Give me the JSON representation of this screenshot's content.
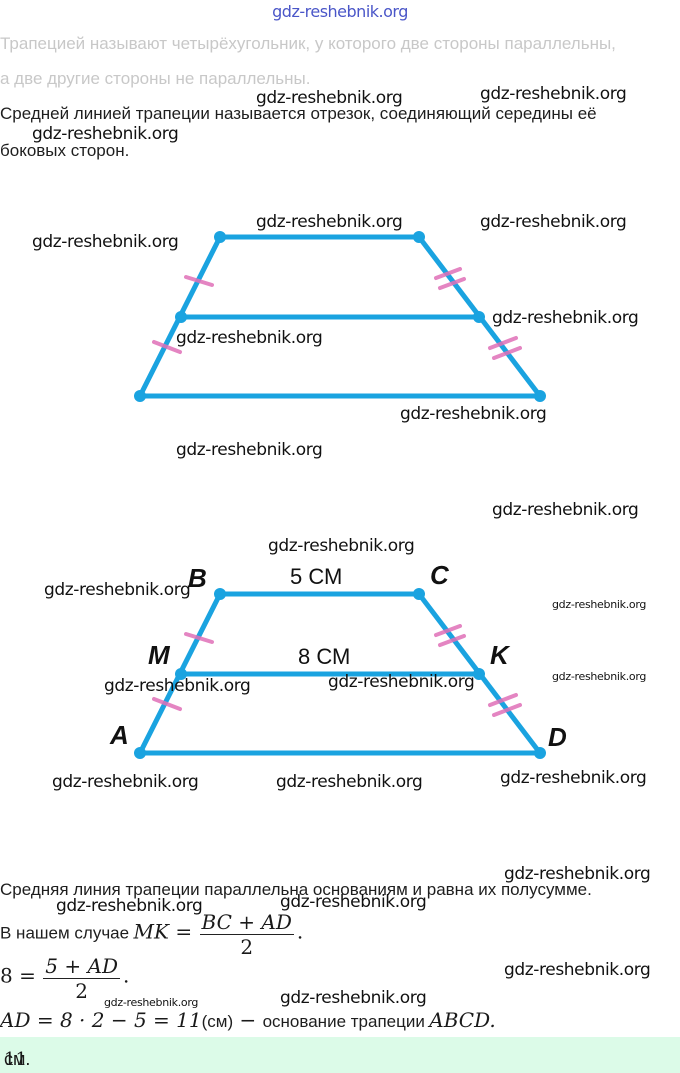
{
  "header": {
    "site_link": "gdz-reshebnik.org"
  },
  "intro": {
    "line1": "Трапецией называют четырёхугольник, у которого две стороны параллельны,",
    "line2": "а две другие стороны не параллельны.",
    "definition_line1": "Средней линией трапеции называется отрезок, соединяющий середины её",
    "definition_line2": "боковых сторон."
  },
  "watermark": "gdz-reshebnik.org",
  "colors": {
    "segment": "#1aa3e0",
    "tick": "#e070b8",
    "answer_bg": "#dcfbe8",
    "header_link": "#4a56c8"
  },
  "diagram2": {
    "labels": {
      "B": "B",
      "C": "C",
      "M": "M",
      "K": "K",
      "A": "A",
      "D": "D"
    },
    "bc_length": "5 СМ",
    "mk_length": "8 СМ"
  },
  "solution": {
    "rule": "Средняя линия трапеции параллельна основаниям и равна их полусумме.",
    "case_prefix": "В нашем случае",
    "mk_lhs": "MK =",
    "mk_num": "BC + AD",
    "mk_den": "2",
    "eq2_lhs": "8 =",
    "eq2_num": "5 + AD",
    "eq2_den": "2",
    "final_math": "AD = 8 · 2 − 5 = 11",
    "final_unit": "(см)",
    "final_dash": " − ",
    "final_text": "основание трапеции",
    "final_name": "ABCD."
  },
  "answer": {
    "value": "11",
    "unit": "см."
  }
}
